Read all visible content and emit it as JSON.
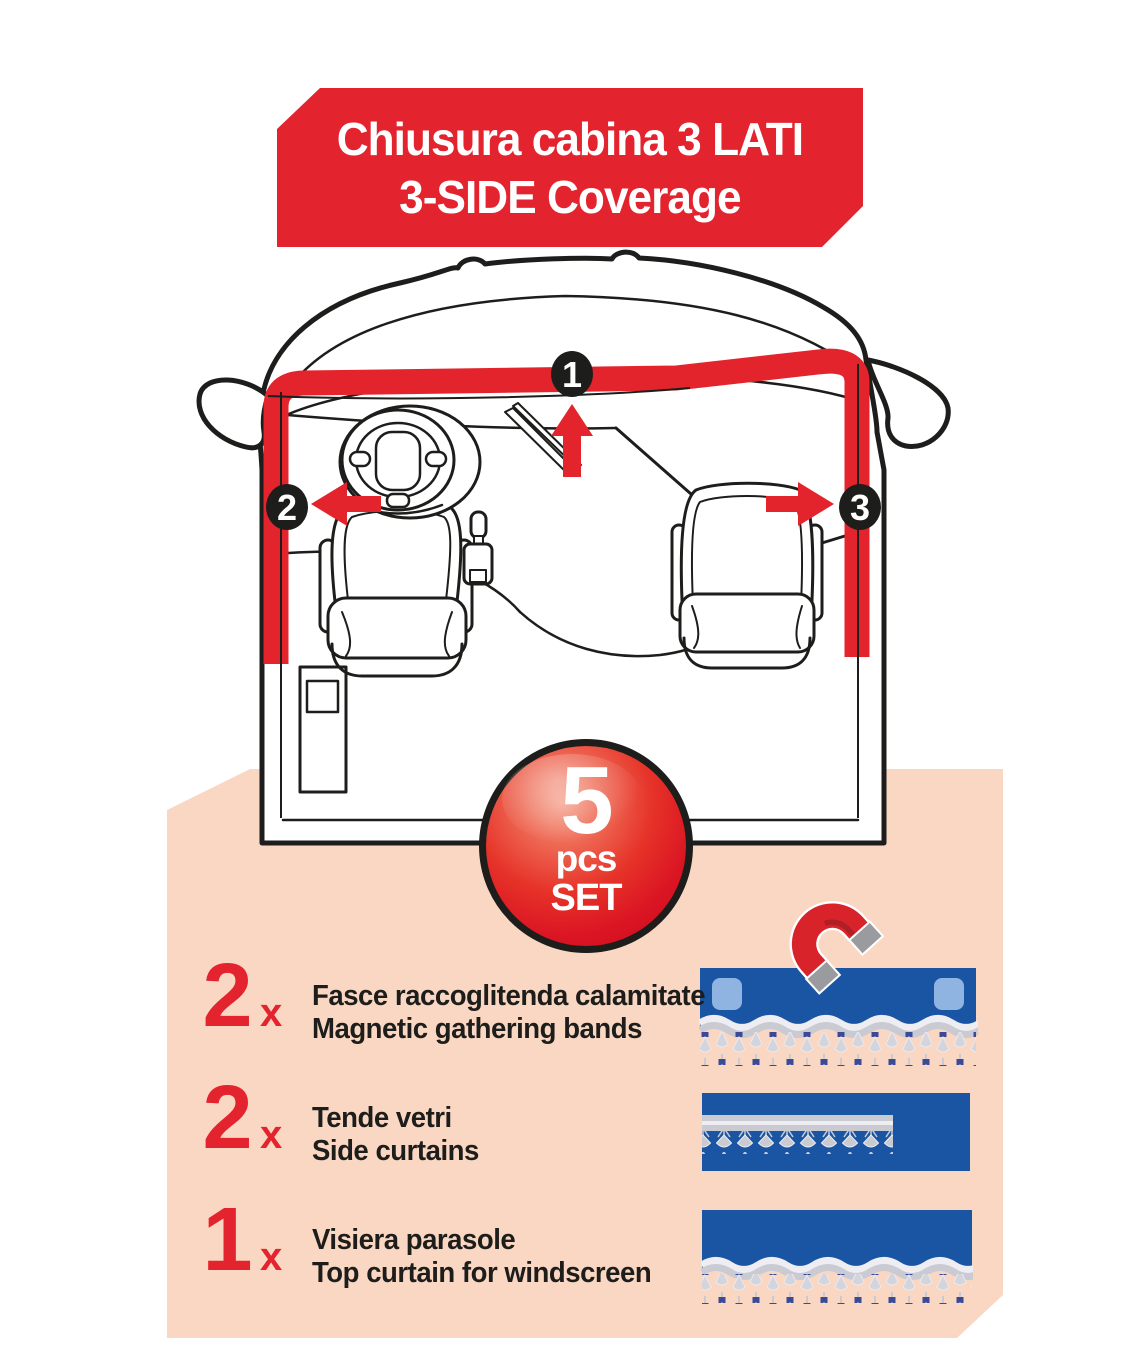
{
  "colors": {
    "accent_red": "#e3232e",
    "panel_peach": "#fad7c2",
    "curtain_blue": "#1a55a4",
    "magnet_light_blue": "#8fb4e2",
    "trim_gray": "#c9cad2",
    "outline_black": "#1d1d1b",
    "text_white": "#ffffff"
  },
  "banner": {
    "line1": "Chiusura cabina 3 LATI",
    "line2": "3-SIDE Coverage"
  },
  "diagram": {
    "description": "truck cabin top view with 3-side red curtain path",
    "markers": [
      "1",
      "2",
      "3"
    ]
  },
  "badge": {
    "count": "5",
    "unit": "pcs",
    "set": "SET"
  },
  "items": [
    {
      "qty": "2",
      "times": "x",
      "label_it": "Fasce raccoglitenda calamitate",
      "label_en": "Magnetic gathering bands",
      "graphic": "magnetic-band"
    },
    {
      "qty": "2",
      "times": "x",
      "label_it": "Tende vetri",
      "label_en": "Side curtains",
      "graphic": "side-curtain"
    },
    {
      "qty": "1",
      "times": "x",
      "label_it": "Visiera parasole",
      "label_en": "Top curtain for windscreen",
      "graphic": "top-curtain"
    }
  ]
}
